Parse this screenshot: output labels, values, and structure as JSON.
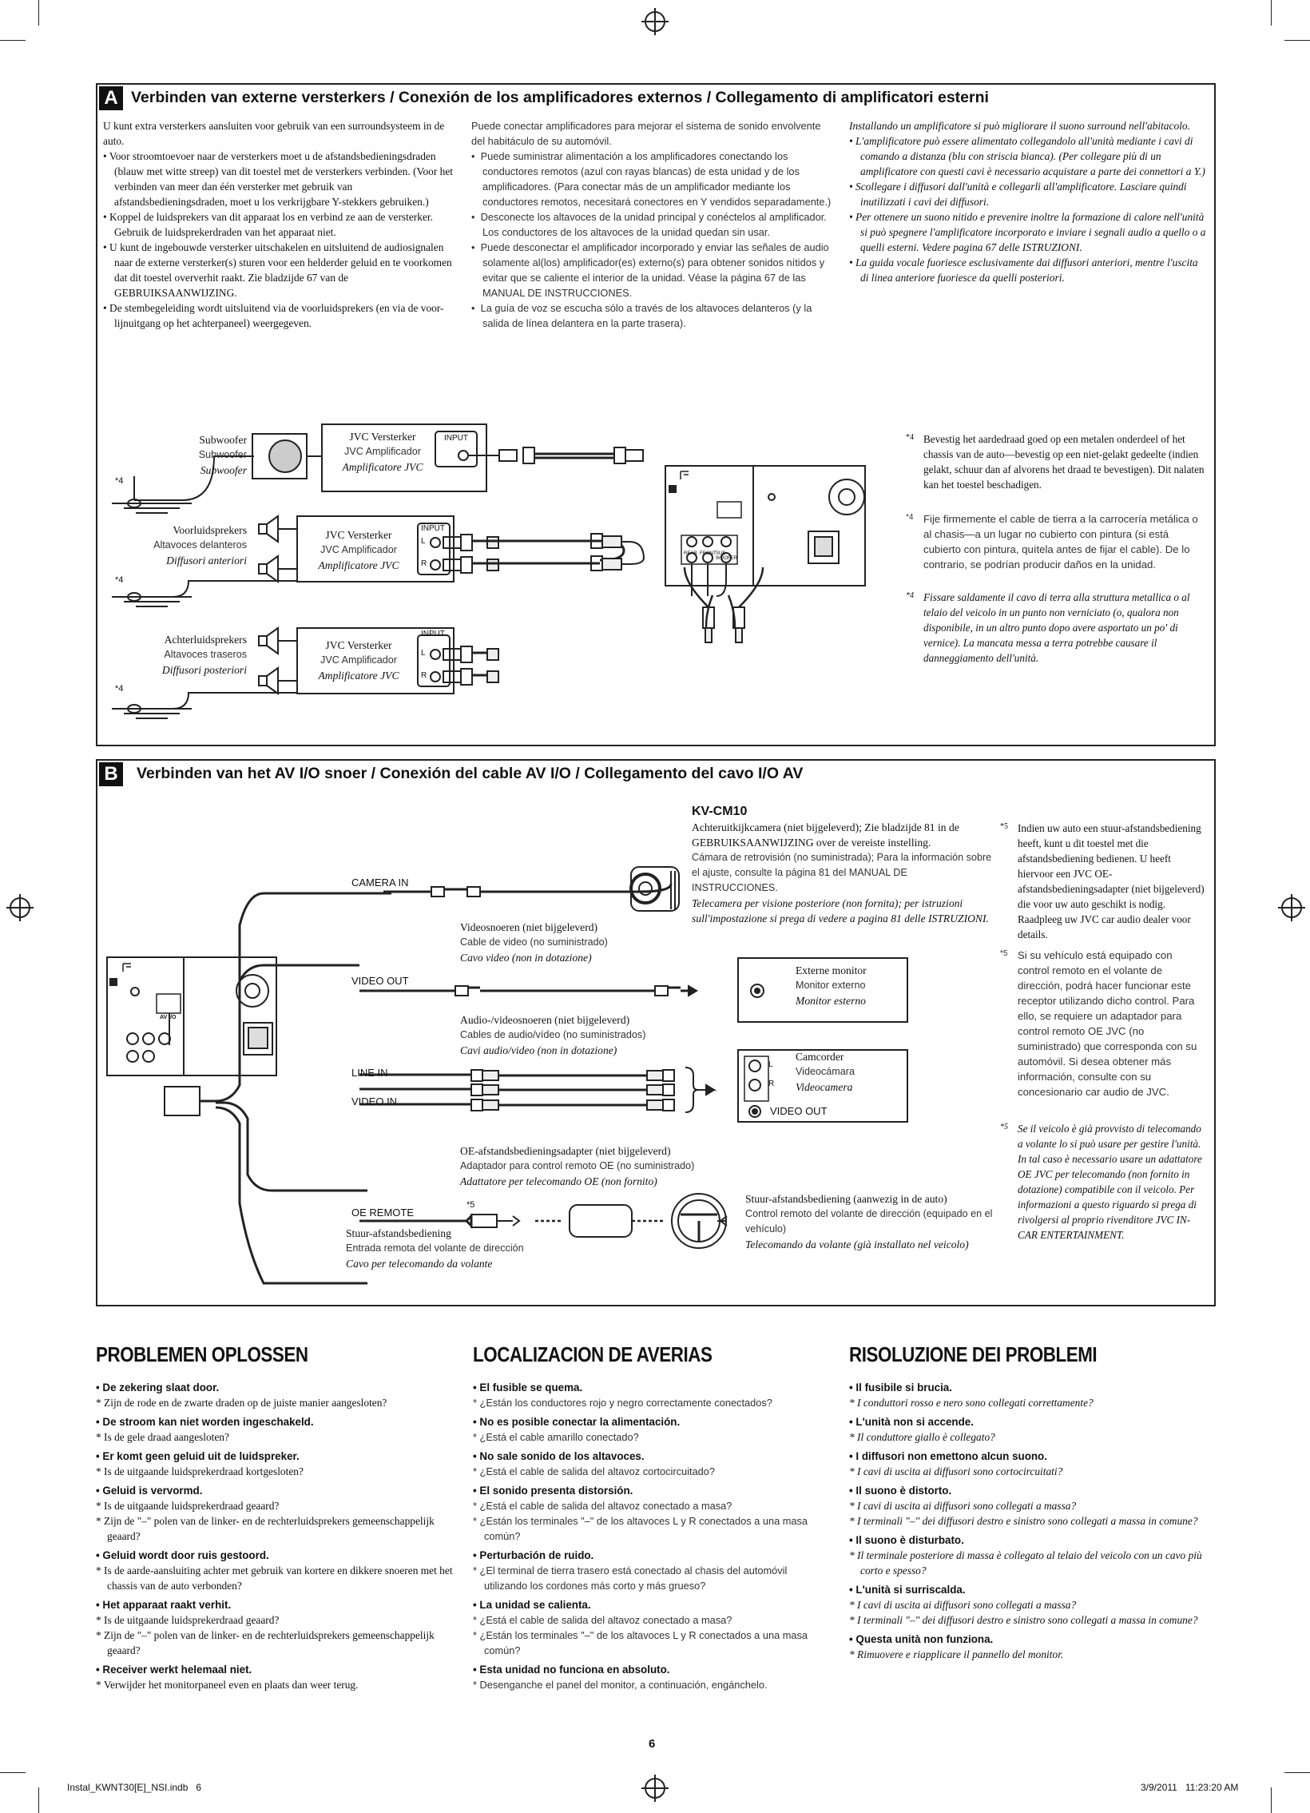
{
  "section_a": {
    "badge": "A",
    "title": "Verbinden van externe versterkers / Conexión de los amplificadores externos / Collegamento di amplificatori esterni",
    "nl_intro": "U kunt extra versterkers aansluiten voor gebruik van een surroundsysteem in de auto.",
    "nl_bullets": [
      "Voor stroomtoevoer naar de versterkers moet u de afstandsbedieningsdraden (blauw met witte streep) van dit toestel met de versterkers verbinden. (Voor het verbinden van meer dan één versterker met gebruik van afstandsbedieningsdraden, moet u los verkrijgbare Y-stekkers gebruiken.)",
      "Koppel de luidsprekers van dit apparaat los en verbind ze aan de versterker. Gebruik de luidsprekerdraden van het apparaat niet.",
      "U kunt de ingebouwde versterker uitschakelen en uitsluitend de audiosignalen naar de externe versterker(s) sturen voor een helderder geluid en te voorkomen dat dit toestel oververhit raakt. Zie bladzijde 67 van de GEBRUIKSAANWIJZING.",
      "De stembegeleiding wordt uitsluitend via de voorluidsprekers (en via de voor-lijnuitgang op het achterpaneel) weergegeven."
    ],
    "es_intro": "Puede conectar amplificadores para mejorar el sistema de sonido envolvente del habitáculo de su automóvil.",
    "es_bullets": [
      "Puede suministrar alimentación a los amplificadores conectando los conductores remotos (azul con rayas blancas) de esta unidad y de los amplificadores. (Para conectar más de un amplificador mediante los conductores remotos, necesitará conectores en Y vendidos separadamente.)",
      "Desconecte los altavoces de la unidad principal y conéctelos al amplificador. Los conductores de los altavoces de la unidad quedan sin usar.",
      "Puede desconectar el amplificador incorporado y enviar las señales de audio solamente al(los) amplificador(es) externo(s) para obtener sonidos nítidos y evitar que se caliente el interior de la unidad. Véase la página 67 de las MANUAL DE INSTRUCCIONES.",
      "La guía de voz se escucha sólo a través de los altavoces delanteros (y la salida de línea delantera en la parte trasera)."
    ],
    "it_intro": "Installando un amplificatore si può migliorare il suono surround nell'abitacolo.",
    "it_bullets": [
      "L'amplificatore può essere alimentato collegandolo all'unità mediante i cavi di comando a distanza (blu con striscia bianca). (Per collegare più di un amplificatore con questi cavi è necessario acquistare a parte dei connettori a Y.)",
      "Scollegare i diffusori dall'unità e collegarli all'amplificatore. Lasciare quindi inutilizzati i cavi dei diffusori.",
      "Per ottenere un suono nitido e prevenire inoltre la formazione di calore nell'unità si può spegnere l'amplificatore incorporato e inviare i segnali audio a quello o a quelli esterni. Vedere pagina 67 delle ISTRUZIONI.",
      "La guida vocale fuoriesce esclusivamente dai diffusori anteriori, mentre l'uscita di linea anteriore fuoriesce da quelli posteriori."
    ],
    "diagram": {
      "subwoofer": {
        "nl": "Subwoofer",
        "es": "Subwoofer",
        "it": "Subwoofer"
      },
      "front": {
        "nl": "Voorluidsprekers",
        "es": "Altavoces delanteros",
        "it": "Diffusori anteriori"
      },
      "rear": {
        "nl": "Achterluidsprekers",
        "es": "Altavoces traseros",
        "it": "Diffusori posteriori"
      },
      "amp": {
        "nl": "JVC Versterker",
        "es": "JVC Amplificador",
        "it": "Amplificatore JVC"
      },
      "input": "INPUT",
      "l": "L",
      "r": "R",
      "ground_mark": "*4",
      "rear_label": "REAR",
      "front_label": "FRONT",
      "sub_label": "SUB WOOFER"
    },
    "note4_mark": "*4",
    "note4_nl": "Bevestig het aardedraad goed op een metalen onderdeel of het chassis van de auto—bevestig op een niet-gelakt gedeelte (indien gelakt, schuur dan af alvorens het draad te bevestigen). Dit nalaten kan het toestel beschadigen.",
    "note4_es": "Fije firmemente el cable de tierra a la carrocería metálica o al chasis—a un lugar no cubierto con pintura (si está cubierto con pintura, quítela antes de fijar el cable). De lo contrario, se podrían producir daños en la unidad.",
    "note4_it": "Fissare saldamente il cavo di terra alla struttura metallica o al telaio del veicolo in un punto non verniciato (o, qualora non disponibile, in un altro punto dopo avere asportato un po' di vernice). La mancata messa a terra potrebbe causare il danneggiamento dell'unità."
  },
  "section_b": {
    "badge": "B",
    "title": "Verbinden van het AV I/O snoer / Conexión del cable AV I/O / Collegamento del cavo I/O AV",
    "camera_model": "KV-CM10",
    "camera_nl": "Achteruitkijkcamera (niet bijgeleverd); Zie bladzijde 81 in de GEBRUIKSAANWIJZING over de vereiste instelling.",
    "camera_es": "Cámara de retrovisión (no suministrada); Para la información sobre el ajuste, consulte la página 81 del MANUAL DE INSTRUCCIONES.",
    "camera_it": "Telecamera per visione posteriore (non fornita); per istruzioni sull'impostazione si prega di vedere a pagina 81 delle ISTRUZIONI.",
    "camera_in": "CAMERA IN",
    "video_out": "VIDEO OUT",
    "line_in": "LINE IN",
    "video_in": "VIDEO IN",
    "oe_remote": "OE REMOTE",
    "avio": "AV I/O",
    "star5": "*5",
    "video_cable": {
      "nl": "Videosnoeren (niet bijgeleverd)",
      "es": "Cable de video (no suministrado)",
      "it": "Cavo video (non in dotazione)"
    },
    "ext_monitor": {
      "nl": "Externe monitor",
      "es": "Monitor externo",
      "it": "Monitor esterno"
    },
    "av_cable": {
      "nl": "Audio-/videosnoeren (niet bijgeleverd)",
      "es": "Cables de audio/vídeo (no suministrados)",
      "it": "Cavi audio/video (non in dotazione)"
    },
    "camcorder": {
      "nl": "Camcorder",
      "es": "Videocámara",
      "it": "Videocamera"
    },
    "oe_adapter": {
      "nl": "OE-afstandsbedieningsadapter (niet bijgeleverd)",
      "es": "Adaptador para control remoto OE (no suministrado)",
      "it": "Adattatore per telecomando OE (non fornito)"
    },
    "steering_remote": {
      "nl": "Stuur-afstandsbediening (aanwezig in de auto)",
      "es": "Control remoto del volante de dirección (equipado en el vehículo)",
      "it": "Telecomando da volante (già installato nel veicolo)"
    },
    "steering_input": {
      "nl": "Stuur-afstandsbediening",
      "es": "Entrada remota del volante de dirección",
      "it": "Cavo per telecomando da volante"
    },
    "note5_nl": "Indien uw auto een stuur-afstandsbediening heeft, kunt u dit toestel met die afstandsbediening bedienen. U heeft hiervoor een JVC OE-afstandsbedieningsadapter (niet bijgeleverd) die voor uw auto geschikt is nodig. Raadpleeg uw JVC car audio dealer voor details.",
    "note5_es": "Si su vehículo está equipado con control remoto en el volante de dirección, podrá hacer funcionar este receptor utilizando dicho control. Para ello, se requiere un adaptador para control remoto OE JVC (no suministrado) que corresponda con su automóvil. Si desea obtener más información, consulte con su concesionario car audio de JVC.",
    "note5_it": "Se il veicolo è già provvisto di telecomando a volante lo si può usare per gestire l'unità. In tal caso è necessario usare un adattatore OE JVC per telecomando (non fornito in dotazione) compatibile con il veicolo. Per informazioni a questo riguardo si prega di rivolgersi al proprio rivenditore JVC IN-CAR ENTERTAINMENT."
  },
  "troubleshooting": {
    "nl": {
      "heading": "PROBLEMEN OPLOSSEN",
      "items": [
        {
          "q": "De zekering slaat door.",
          "a": [
            "Zijn de rode en de zwarte draden op de juiste manier aangesloten?"
          ]
        },
        {
          "q": "De stroom kan niet worden ingeschakeld.",
          "a": [
            "Is de gele draad aangesloten?"
          ]
        },
        {
          "q": "Er komt geen geluid uit de luidspreker.",
          "a": [
            "Is de uitgaande luidsprekerdraad kortgesloten?"
          ]
        },
        {
          "q": "Geluid is vervormd.",
          "a": [
            "Is de uitgaande luidsprekerdraad geaard?",
            "Zijn de \"–\" polen van de linker- en de rechterluidsprekers gemeenschappelijk geaard?"
          ]
        },
        {
          "q": "Geluid wordt door ruis gestoord.",
          "a": [
            "Is de aarde-aansluiting achter met gebruik van kortere en dikkere snoeren met het chassis van de auto verbonden?"
          ]
        },
        {
          "q": "Het apparaat raakt verhit.",
          "a": [
            "Is de uitgaande luidsprekerdraad geaard?",
            "Zijn de \"–\" polen van de linker- en de rechterluidsprekers gemeenschappelijk geaard?"
          ]
        },
        {
          "q": "Receiver werkt helemaal niet.",
          "a": [
            "Verwijder het monitorpaneel even en plaats dan weer terug."
          ]
        }
      ]
    },
    "es": {
      "heading": "LOCALIZACION DE AVERIAS",
      "items": [
        {
          "q": "El fusible se quema.",
          "a": [
            "¿Están los conductores rojo y negro correctamente conectados?"
          ]
        },
        {
          "q": "No es posible conectar la alimentación.",
          "a": [
            "¿Está el cable amarillo conectado?"
          ]
        },
        {
          "q": "No sale sonido de los altavoces.",
          "a": [
            "¿Está el cable de salida del altavoz cortocircuitado?"
          ]
        },
        {
          "q": "El sonido presenta distorsión.",
          "a": [
            "¿Está el cable de salida del altavoz conectado a masa?",
            "¿Están los terminales \"–\" de los altavoces L y R conectados a una masa común?"
          ]
        },
        {
          "q": "Perturbación de ruido.",
          "a": [
            "¿El terminal de tierra trasero está conectado al chasis del automóvil utilizando los cordones más corto y más grueso?"
          ]
        },
        {
          "q": "La unidad se calienta.",
          "a": [
            "¿Está el cable de salida del altavoz conectado a masa?",
            "¿Están los terminales \"–\" de los altavoces L y R conectados a una masa común?"
          ]
        },
        {
          "q": "Esta unidad no funciona en absoluto.",
          "a": [
            "Desenganche el panel del monitor, a continuación, engánchelo."
          ]
        }
      ]
    },
    "it": {
      "heading": "RISOLUZIONE DEI PROBLEMI",
      "items": [
        {
          "q": "Il fusibile si brucia.",
          "a": [
            "I conduttori rosso e nero sono collegati correttamente?"
          ]
        },
        {
          "q": "L'unità non si accende.",
          "a": [
            "Il conduttore giallo è collegato?"
          ]
        },
        {
          "q": "I diffusori non emettono alcun suono.",
          "a": [
            "I cavi di uscita ai diffusori sono cortocircuitati?"
          ]
        },
        {
          "q": "Il suono è distorto.",
          "a": [
            "I cavi di uscita ai diffusori sono collegati a massa?",
            "I terminali \"–\" dei diffusori destro e sinistro sono collegati a massa in comune?"
          ]
        },
        {
          "q": "Il suono è disturbato.",
          "a": [
            "Il terminale posteriore di massa è collegato al telaio del veicolo con un cavo più corto e spesso?"
          ]
        },
        {
          "q": "L'unità si surriscalda.",
          "a": [
            "I cavi di uscita ai diffusori sono collegati a massa?",
            "I terminali \"–\" dei diffusori destro e sinistro sono collegati a massa in comune?"
          ]
        },
        {
          "q": "Questa unità non funziona.",
          "a": [
            "Rimuovere e riapplicare il pannello del monitor."
          ]
        }
      ]
    }
  },
  "footer": {
    "page_number": "6",
    "file": "Instal_KWNT30[E]_NSI.indb   6",
    "timestamp": "3/9/2011   11:23:20 AM"
  }
}
